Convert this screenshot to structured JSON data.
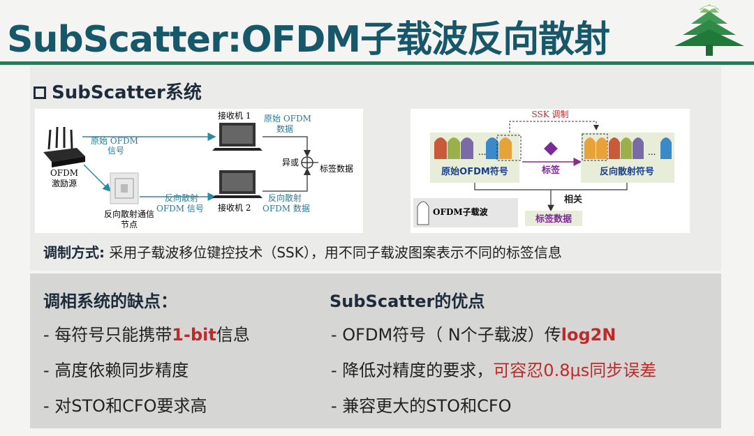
{
  "slide": {
    "title": "SubScatter:OFDM子载波反向散射",
    "subheading": "SubScatter系统",
    "modulation_label": "调制方式:",
    "modulation_text": "采用子载波移位键控技术（SSK），用不同子载波图案表示不同的标签信息"
  },
  "left_figure": {
    "exciter": "OFDM",
    "exciter2": "激励源",
    "orig_signal_1": "原始 OFDM",
    "orig_signal_2": "信号",
    "receiver1": "接收机 1",
    "orig_data_1": "原始 OFDM",
    "orig_data_2": "数据",
    "xor": "异或",
    "tag_data": "标签数据",
    "tag_node_1": "反向散射通信",
    "tag_node_2": "节点",
    "bs_signal_1": "反向散射",
    "bs_signal_2": "OFDM 信号",
    "receiver2": "接收机 2",
    "bs_data_1": "反向散射",
    "bs_data_2": "OFDM 数据"
  },
  "right_figure": {
    "ssk": "SSK 调制",
    "orig_symbol": "原始OFDM符号",
    "tag": "标签",
    "bs_symbol": "反向散射符号",
    "ofdm_subcarrier": "OFDM子载波",
    "correlate": "相关",
    "tag_data": "标签数据",
    "ellipsis": "..."
  },
  "drawbacks": {
    "title": "调相系统的缺点：",
    "b1_pre": "- 每符号只能携带",
    "b1_hl": "1-bit",
    "b1_post": "信息",
    "b2": "- 高度依赖同步精度",
    "b3": "- 对STO和CFO要求高"
  },
  "advantages": {
    "title": "SubScatter的优点",
    "b1_pre": "-   OFDM符号（ N个子载波）传",
    "b1_hl": "log2N",
    "b2_pre": "-   降低对精度的要求，",
    "b2_hl": "可容忍0.8μs同步误差",
    "b3": "-   兼容更大的STO和CFO"
  },
  "colors": {
    "title": "#16576a",
    "highlight_red": "#c0282a",
    "accent_green": "#2c7a5a",
    "arrow_teal": "#2a8aa0"
  }
}
